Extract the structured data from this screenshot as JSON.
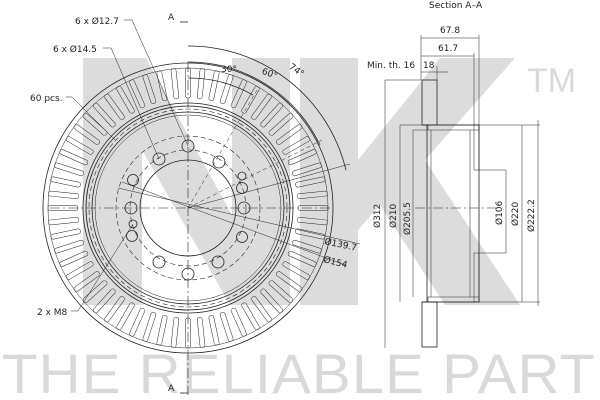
{
  "watermark": {
    "logo": "NK",
    "trademark": "TM",
    "slogan": "THE RELIABLE PART",
    "color": "#d9d9d9"
  },
  "front_view": {
    "section_marker_top": "A",
    "section_marker_bottom": "A",
    "callouts": {
      "holes_small": "6 x Ø12.7",
      "holes_large": "6 x Ø14.5",
      "vanes": "60 pcs.",
      "threads": "2 x M8"
    },
    "angles": [
      "30°",
      "60°",
      "74°"
    ],
    "diameters": [
      "Ø139.7",
      "Ø154"
    ]
  },
  "section_view": {
    "title": "Section A–A",
    "widths": [
      "67.8",
      "61.7",
      "18"
    ],
    "min_thickness": "Min. th. 16",
    "diameters": [
      "Ø312",
      "Ø210",
      "Ø205.5",
      "Ø106",
      "Ø220",
      "Ø222.2"
    ]
  },
  "colors": {
    "line": "#222222",
    "background": "#ffffff"
  }
}
